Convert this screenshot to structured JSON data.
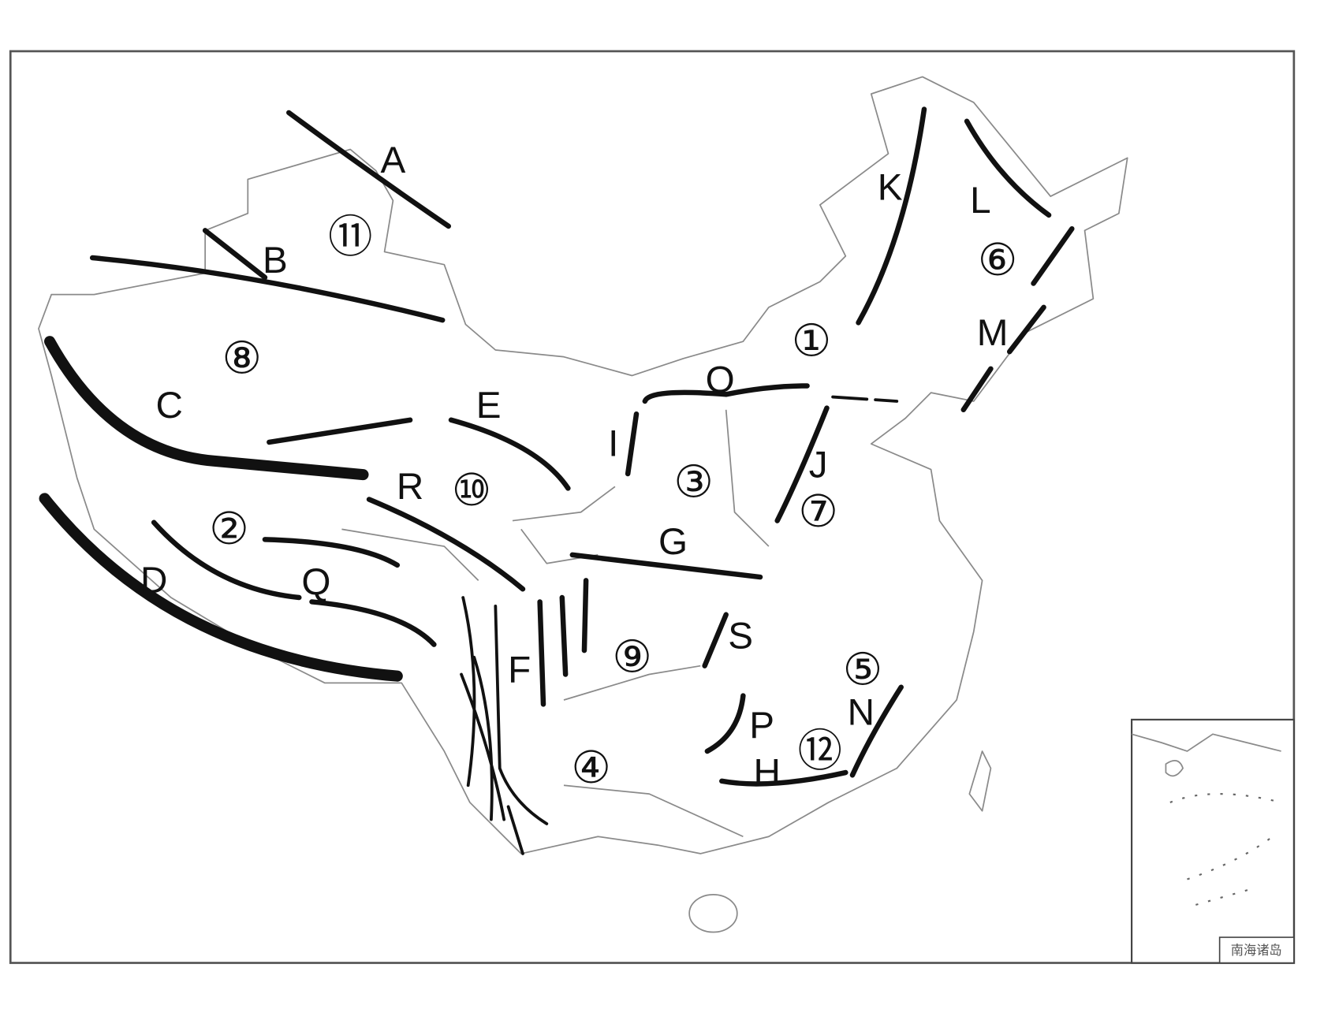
{
  "map": {
    "letters": {
      "A": "A",
      "B": "B",
      "C": "C",
      "D": "D",
      "E": "E",
      "F": "F",
      "G": "G",
      "H": "H",
      "I": "I",
      "J": "J",
      "K": "K",
      "L": "L",
      "M": "M",
      "N": "N",
      "O": "O",
      "P": "P",
      "Q": "Q",
      "R": "R",
      "S": "S"
    },
    "numbers": [
      "①",
      "②",
      "③",
      "④",
      "⑤",
      "⑥",
      "⑦",
      "⑧",
      "⑨",
      "⑩",
      "⑪",
      "⑫"
    ],
    "inset_label": "南海诸岛",
    "colors": {
      "line": "#111111",
      "border": "#8a8a8a",
      "background": "#ffffff"
    }
  }
}
